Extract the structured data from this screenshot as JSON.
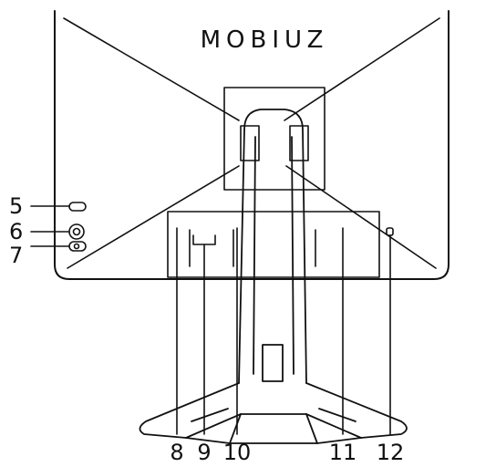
{
  "brand": {
    "logo_text": "MOBIUZ"
  },
  "callouts": {
    "c5": "5",
    "c6": "6",
    "c7": "7",
    "c8": "8",
    "c9": "9",
    "c10": "10",
    "c11": "11",
    "c12": "12"
  },
  "icons": {
    "button_5": "oval-button-icon",
    "button_6": "circle-joystick-icon",
    "button_7": "power-button-icon",
    "lock": "lock-slot-icon"
  }
}
